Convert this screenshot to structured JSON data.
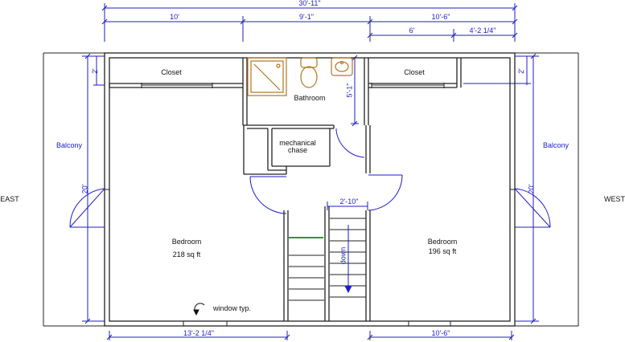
{
  "dimensions": {
    "overall": "30'-11\"",
    "east_room_width": "10'",
    "middle_width": "9'-1\"",
    "west_width": "10'-6\"",
    "west_sub_a": "6'",
    "west_sub_b": "4'-2 1/4\"",
    "bottom_left": "13'-2 1/4\"",
    "bottom_right": "10'-6\"",
    "left_depth": "20'",
    "right_depth": "20'",
    "left_closet_depth": "2'",
    "right_closet_depth": "2'",
    "bath_depth": "5'-1\"",
    "stair_width": "2'-10\""
  },
  "rooms": {
    "closet_left": "Closet",
    "closet_right": "Closet",
    "bathroom": "Bathroom",
    "mechanical": "mechanical\nchase",
    "bedroom_left": "Bedroom",
    "bedroom_left_area": "218 sq ft",
    "bedroom_right": "Bedroom",
    "bedroom_right_area": "196 sq ft",
    "balcony_left": "Balcony",
    "balcony_right": "Balcony",
    "stair_direction": "down"
  },
  "orientation": {
    "east": "EAST",
    "west": "WEST"
  },
  "notes": {
    "window": "window typ."
  },
  "colors": {
    "dimension": "#1c1cc8",
    "wall": "#222222",
    "fixture": "#b5761c",
    "stair_nosing": "#2a9d2a"
  }
}
